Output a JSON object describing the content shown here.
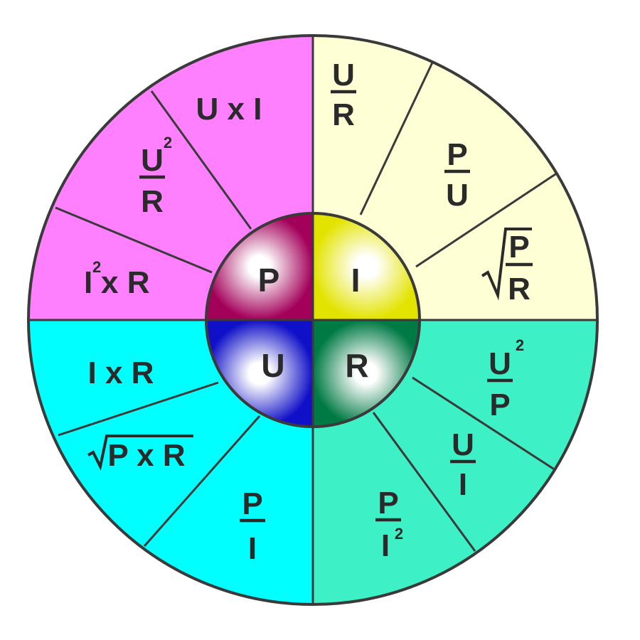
{
  "colors": {
    "quad_P": "#ff80ff",
    "quad_I": "#ffffd6",
    "quad_U": "#00ffff",
    "quad_R": "#3ef0c6",
    "center_P": "#a3005a",
    "center_I": "#e3e300",
    "center_U": "#1010c8",
    "center_R": "#007a44",
    "line": "#3a3a3a"
  },
  "center": {
    "P": "P",
    "I": "I",
    "U": "U",
    "R": "R"
  },
  "formulas": {
    "p_ui": "U x I",
    "p_u2r_num": "U",
    "p_u2r_exp": "2",
    "p_u2r_den": "R",
    "p_i2r_i": "I",
    "p_i2r_exp": "2",
    "p_i2r_rest": "x R",
    "i_ur_num": "U",
    "i_ur_den": "R",
    "i_pu_num": "P",
    "i_pu_den": "U",
    "i_sqrt_num": "P",
    "i_sqrt_den": "R",
    "u_ir": "I x R",
    "u_sqrt": "P x R",
    "u_pi_num": "P",
    "u_pi_den": "I",
    "r_u2p_num": "U",
    "r_u2p_exp": "2",
    "r_u2p_den": "P",
    "r_ui_num": "U",
    "r_ui_den": "I",
    "r_pi2_num": "P",
    "r_pi2_den": "I",
    "r_pi2_exp": "2"
  }
}
